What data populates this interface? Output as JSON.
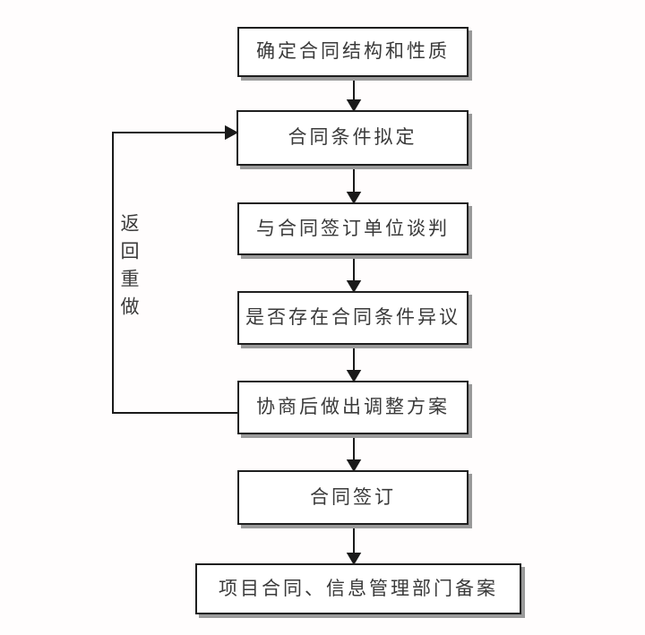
{
  "diagram": {
    "type": "flowchart",
    "nodes": [
      {
        "id": "node-1",
        "label": "确定合同结构和性质"
      },
      {
        "id": "node-2",
        "label": "合同条件拟定"
      },
      {
        "id": "node-3",
        "label": "与合同签订单位谈判"
      },
      {
        "id": "node-4",
        "label": "是否存在合同条件异议"
      },
      {
        "id": "node-5",
        "label": "协商后做出调整方案"
      },
      {
        "id": "node-6",
        "label": "合同签订"
      },
      {
        "id": "node-7",
        "label": "项目合同、信息管理部门备案"
      }
    ],
    "edges": [
      {
        "from": "node-1",
        "to": "node-2",
        "type": "arrow-down"
      },
      {
        "from": "node-2",
        "to": "node-3",
        "type": "arrow-down"
      },
      {
        "from": "node-3",
        "to": "node-4",
        "type": "arrow-down"
      },
      {
        "from": "node-4",
        "to": "node-5",
        "type": "arrow-down"
      },
      {
        "from": "node-5",
        "to": "node-6",
        "type": "arrow-down"
      },
      {
        "from": "node-6",
        "to": "node-7",
        "type": "arrow-down"
      },
      {
        "from": "node-5",
        "to": "node-2",
        "type": "feedback-loop-left",
        "label": "返回重做"
      }
    ],
    "feedback_label": "返回重做",
    "colors": {
      "background": "#fffdfd",
      "box_fill": "#ffffff",
      "box_border": "#1f1f1f",
      "box_shadow": "#9a9a9a",
      "line": "#1a1a1a",
      "text": "#3a3a3a"
    }
  }
}
